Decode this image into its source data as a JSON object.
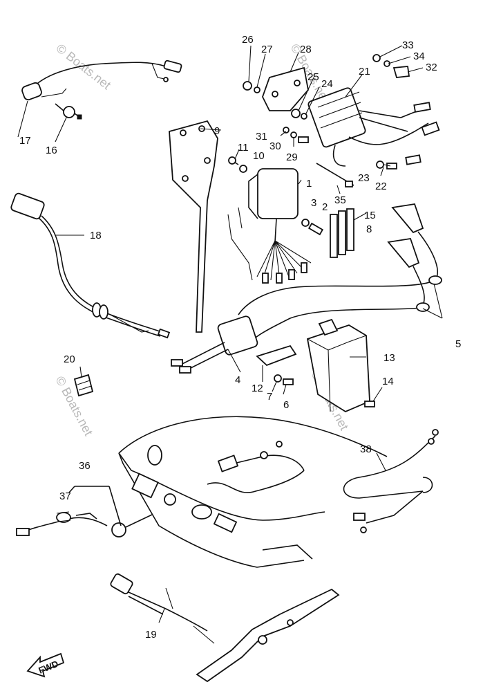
{
  "watermark": {
    "text": "© Boats.net"
  },
  "direction_label": "FWD",
  "part_numbers": [
    {
      "id": "p1",
      "text": "1"
    },
    {
      "id": "p2",
      "text": "2"
    },
    {
      "id": "p3",
      "text": "3"
    },
    {
      "id": "p4",
      "text": "4"
    },
    {
      "id": "p5",
      "text": "5"
    },
    {
      "id": "p6",
      "text": "6"
    },
    {
      "id": "p7",
      "text": "7"
    },
    {
      "id": "p8",
      "text": "8"
    },
    {
      "id": "p9",
      "text": "9"
    },
    {
      "id": "p10",
      "text": "10"
    },
    {
      "id": "p11",
      "text": "11"
    },
    {
      "id": "p12",
      "text": "12"
    },
    {
      "id": "p13",
      "text": "13"
    },
    {
      "id": "p14",
      "text": "14"
    },
    {
      "id": "p15",
      "text": "15"
    },
    {
      "id": "p16",
      "text": "16"
    },
    {
      "id": "p17",
      "text": "17"
    },
    {
      "id": "p18",
      "text": "18"
    },
    {
      "id": "p19",
      "text": "19"
    },
    {
      "id": "p20",
      "text": "20"
    },
    {
      "id": "p21",
      "text": "21"
    },
    {
      "id": "p22",
      "text": "22"
    },
    {
      "id": "p23",
      "text": "23"
    },
    {
      "id": "p24",
      "text": "24"
    },
    {
      "id": "p25",
      "text": "25"
    },
    {
      "id": "p26",
      "text": "26"
    },
    {
      "id": "p27",
      "text": "27"
    },
    {
      "id": "p28",
      "text": "28"
    },
    {
      "id": "p29",
      "text": "29"
    },
    {
      "id": "p30",
      "text": "30"
    },
    {
      "id": "p31",
      "text": "31"
    },
    {
      "id": "p32",
      "text": "32"
    },
    {
      "id": "p33",
      "text": "33"
    },
    {
      "id": "p34",
      "text": "34"
    },
    {
      "id": "p35",
      "text": "35"
    },
    {
      "id": "p36",
      "text": "36"
    },
    {
      "id": "p37",
      "text": "37"
    },
    {
      "id": "p38",
      "text": "38"
    }
  ]
}
